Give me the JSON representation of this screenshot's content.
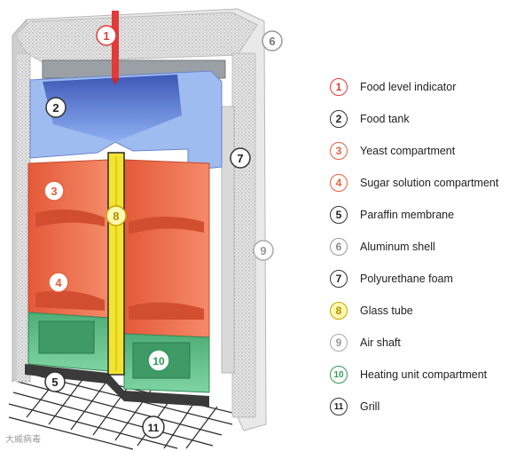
{
  "legend": [
    {
      "number": "1",
      "label": "Food level indicator",
      "color": "#e23a3a"
    },
    {
      "number": "2",
      "label": "Food tank",
      "color": "#333333"
    },
    {
      "number": "3",
      "label": "Yeast compartment",
      "color": "#e8603c"
    },
    {
      "number": "4",
      "label": "Sugar solution compartment",
      "color": "#e8603c"
    },
    {
      "number": "5",
      "label": "Paraffin membrane",
      "color": "#333333"
    },
    {
      "number": "6",
      "label": "Aluminum shell",
      "color": "#999999"
    },
    {
      "number": "7",
      "label": "Polyurethane foam",
      "color": "#333333"
    },
    {
      "number": "8",
      "label": "Glass tube",
      "color": "#c9a400"
    },
    {
      "number": "9",
      "label": "Air shaft",
      "color": "#aaaaaa"
    },
    {
      "number": "10",
      "label": "Heating unit compartment",
      "color": "#2f9a58"
    },
    {
      "number": "11",
      "label": "Grill",
      "color": "#333333"
    }
  ],
  "watermark": "大威病毒",
  "colors": {
    "food_tank": "#6f8fe0",
    "yeast": "#f26a4b",
    "glass_tube": "#f2e531",
    "heating": "#5cc08a",
    "indicator": "#e23a3a",
    "shell": "#d9d9d9"
  }
}
